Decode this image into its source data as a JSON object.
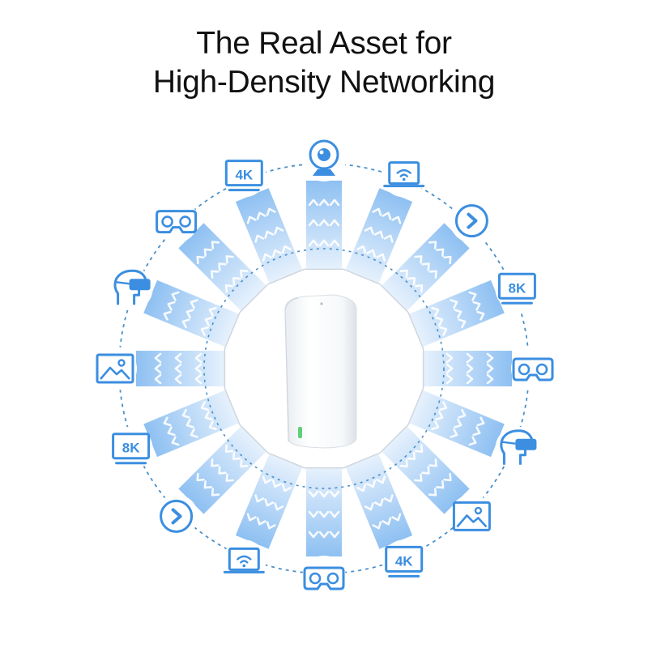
{
  "headline": {
    "line1": "The Real Asset for",
    "line2": "High-Density Networking"
  },
  "colors": {
    "accent": "#3b8ee0",
    "beam_inner": "#eaf3fd",
    "beam_outer": "#8ec0f2",
    "dashed_ring": "#4a90c8",
    "hub_border": "#cfd6dd"
  },
  "devices": [
    {
      "icon": "webcam-icon",
      "label": ""
    },
    {
      "icon": "laptop-wifi-icon",
      "label": ""
    },
    {
      "icon": "play-circle-icon",
      "label": ""
    },
    {
      "icon": "monitor-8k-icon",
      "label": "8K"
    },
    {
      "icon": "vr-goggles-icon",
      "label": ""
    },
    {
      "icon": "vr-headset-user-icon",
      "label": ""
    },
    {
      "icon": "picture-icon",
      "label": ""
    },
    {
      "icon": "monitor-4k-icon",
      "label": "4K"
    },
    {
      "icon": "vr-goggles-icon",
      "label": ""
    },
    {
      "icon": "laptop-wifi-icon",
      "label": ""
    },
    {
      "icon": "play-circle-icon",
      "label": ""
    },
    {
      "icon": "monitor-8k-icon",
      "label": "8K"
    },
    {
      "icon": "picture-icon",
      "label": ""
    },
    {
      "icon": "vr-headset-user-icon",
      "label": ""
    },
    {
      "icon": "vr-goggles-icon",
      "label": ""
    },
    {
      "icon": "monitor-4k-icon",
      "label": "4K"
    }
  ]
}
